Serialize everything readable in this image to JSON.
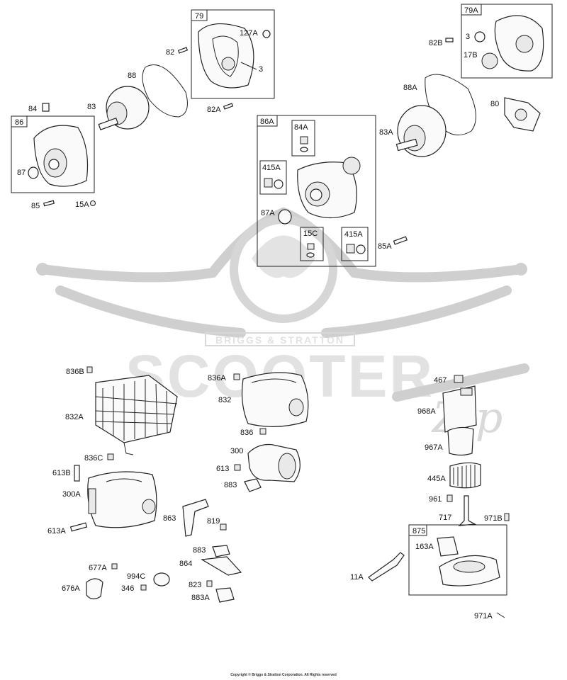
{
  "labels": {
    "l79": "79",
    "l127a": "127A",
    "l3a": "3",
    "l82": "82",
    "l88": "88",
    "l83": "83",
    "l84": "84",
    "l86": "86",
    "l87": "87",
    "l85": "85",
    "l15a": "15A",
    "l82a": "82A",
    "l79a": "79A",
    "l82b": "82B",
    "l3b": "3",
    "l17b": "17B",
    "l88a": "88A",
    "l80": "80",
    "l83a": "83A",
    "l86a": "86A",
    "l84a": "84A",
    "l415a1": "415A",
    "l87a": "87A",
    "l15c": "15C",
    "l415a2": "415A",
    "l85a": "85A",
    "l836b": "836B",
    "l832a": "832A",
    "l836a": "836A",
    "l832": "832",
    "l836": "836",
    "l300": "300",
    "l613": "613",
    "l883a": "883",
    "l836c": "836C",
    "l613b": "613B",
    "l300a": "300A",
    "l613a": "613A",
    "l863": "863",
    "l819": "819",
    "l883b": "883",
    "l864": "864",
    "l823": "823",
    "l883aa": "883A",
    "l677a": "677A",
    "l994c": "994C",
    "l346": "346",
    "l676a": "676A",
    "l467": "467",
    "l968a": "968A",
    "l967a": "967A",
    "l445a": "445A",
    "l961": "961",
    "l717": "717",
    "l971b": "971B",
    "l875": "875",
    "l163a": "163A",
    "l11a": "11A",
    "l971a": "971A"
  },
  "watermark": {
    "brand": "SCOOTER",
    "sub": "BRIGGS & STRATTON",
    "script": "Zip"
  },
  "copyright": "Copyright © Briggs & Stratton Corporation. All Rights reserved"
}
